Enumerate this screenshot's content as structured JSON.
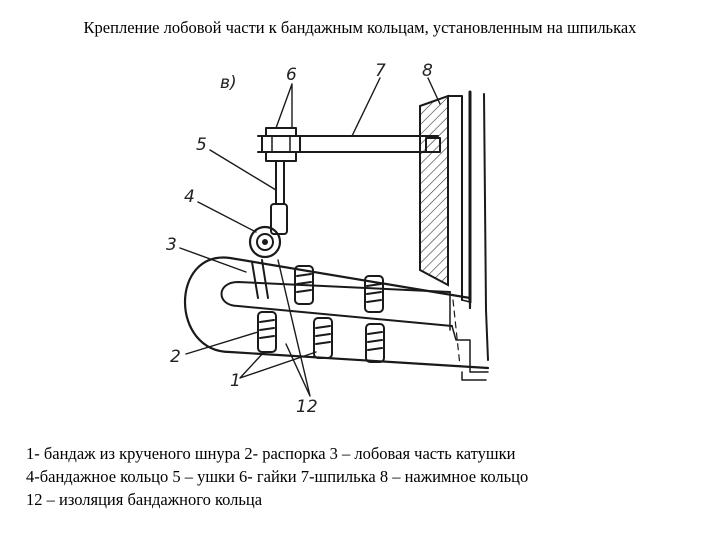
{
  "title": "Крепление лобовой части к бандажным кольцам, установленным на шпильках",
  "figure": {
    "view_label": "в)",
    "callouts": [
      "6",
      "7",
      "8",
      "5",
      "4",
      "3",
      "2",
      "1",
      "12"
    ]
  },
  "caption": {
    "line1": "1- бандаж из крученого шнура 2- распорка 3 – лобовая часть катушки",
    "line2": "4-бандажное кольцо 5 – ушки 6- гайки 7-шпилька 8 – нажимное кольцо",
    "line3": "12 – изоляция бандажного кольца"
  }
}
